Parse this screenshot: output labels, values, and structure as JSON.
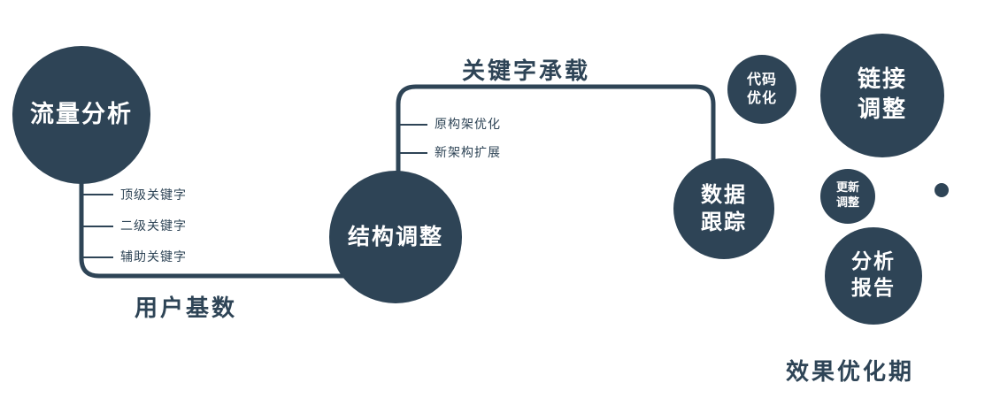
{
  "colors": {
    "primary": "#2e4456",
    "text_on_node": "#ffffff"
  },
  "nodes": {
    "traffic": {
      "label": "流量分析"
    },
    "structure": {
      "label": "结构调整"
    },
    "data_tracking": {
      "line1": "数据",
      "line2": "跟踪"
    },
    "code_optimization": {
      "line1": "代码",
      "line2": "优化"
    },
    "link_adjustment": {
      "line1": "链接",
      "line2": "调整"
    },
    "update_adjustment": {
      "line1": "更新",
      "line2": "调整"
    },
    "analysis_report": {
      "line1": "分析",
      "line2": "报告"
    }
  },
  "edge_labels": {
    "keyword_carrying": "关键字承载",
    "user_base": "用户基数"
  },
  "tick_labels": {
    "left": [
      "顶级关键字",
      "二级关键字",
      "辅助关键字"
    ],
    "middle": [
      "原构架优化",
      "新架构扩展"
    ]
  },
  "caption": "效果优化期"
}
